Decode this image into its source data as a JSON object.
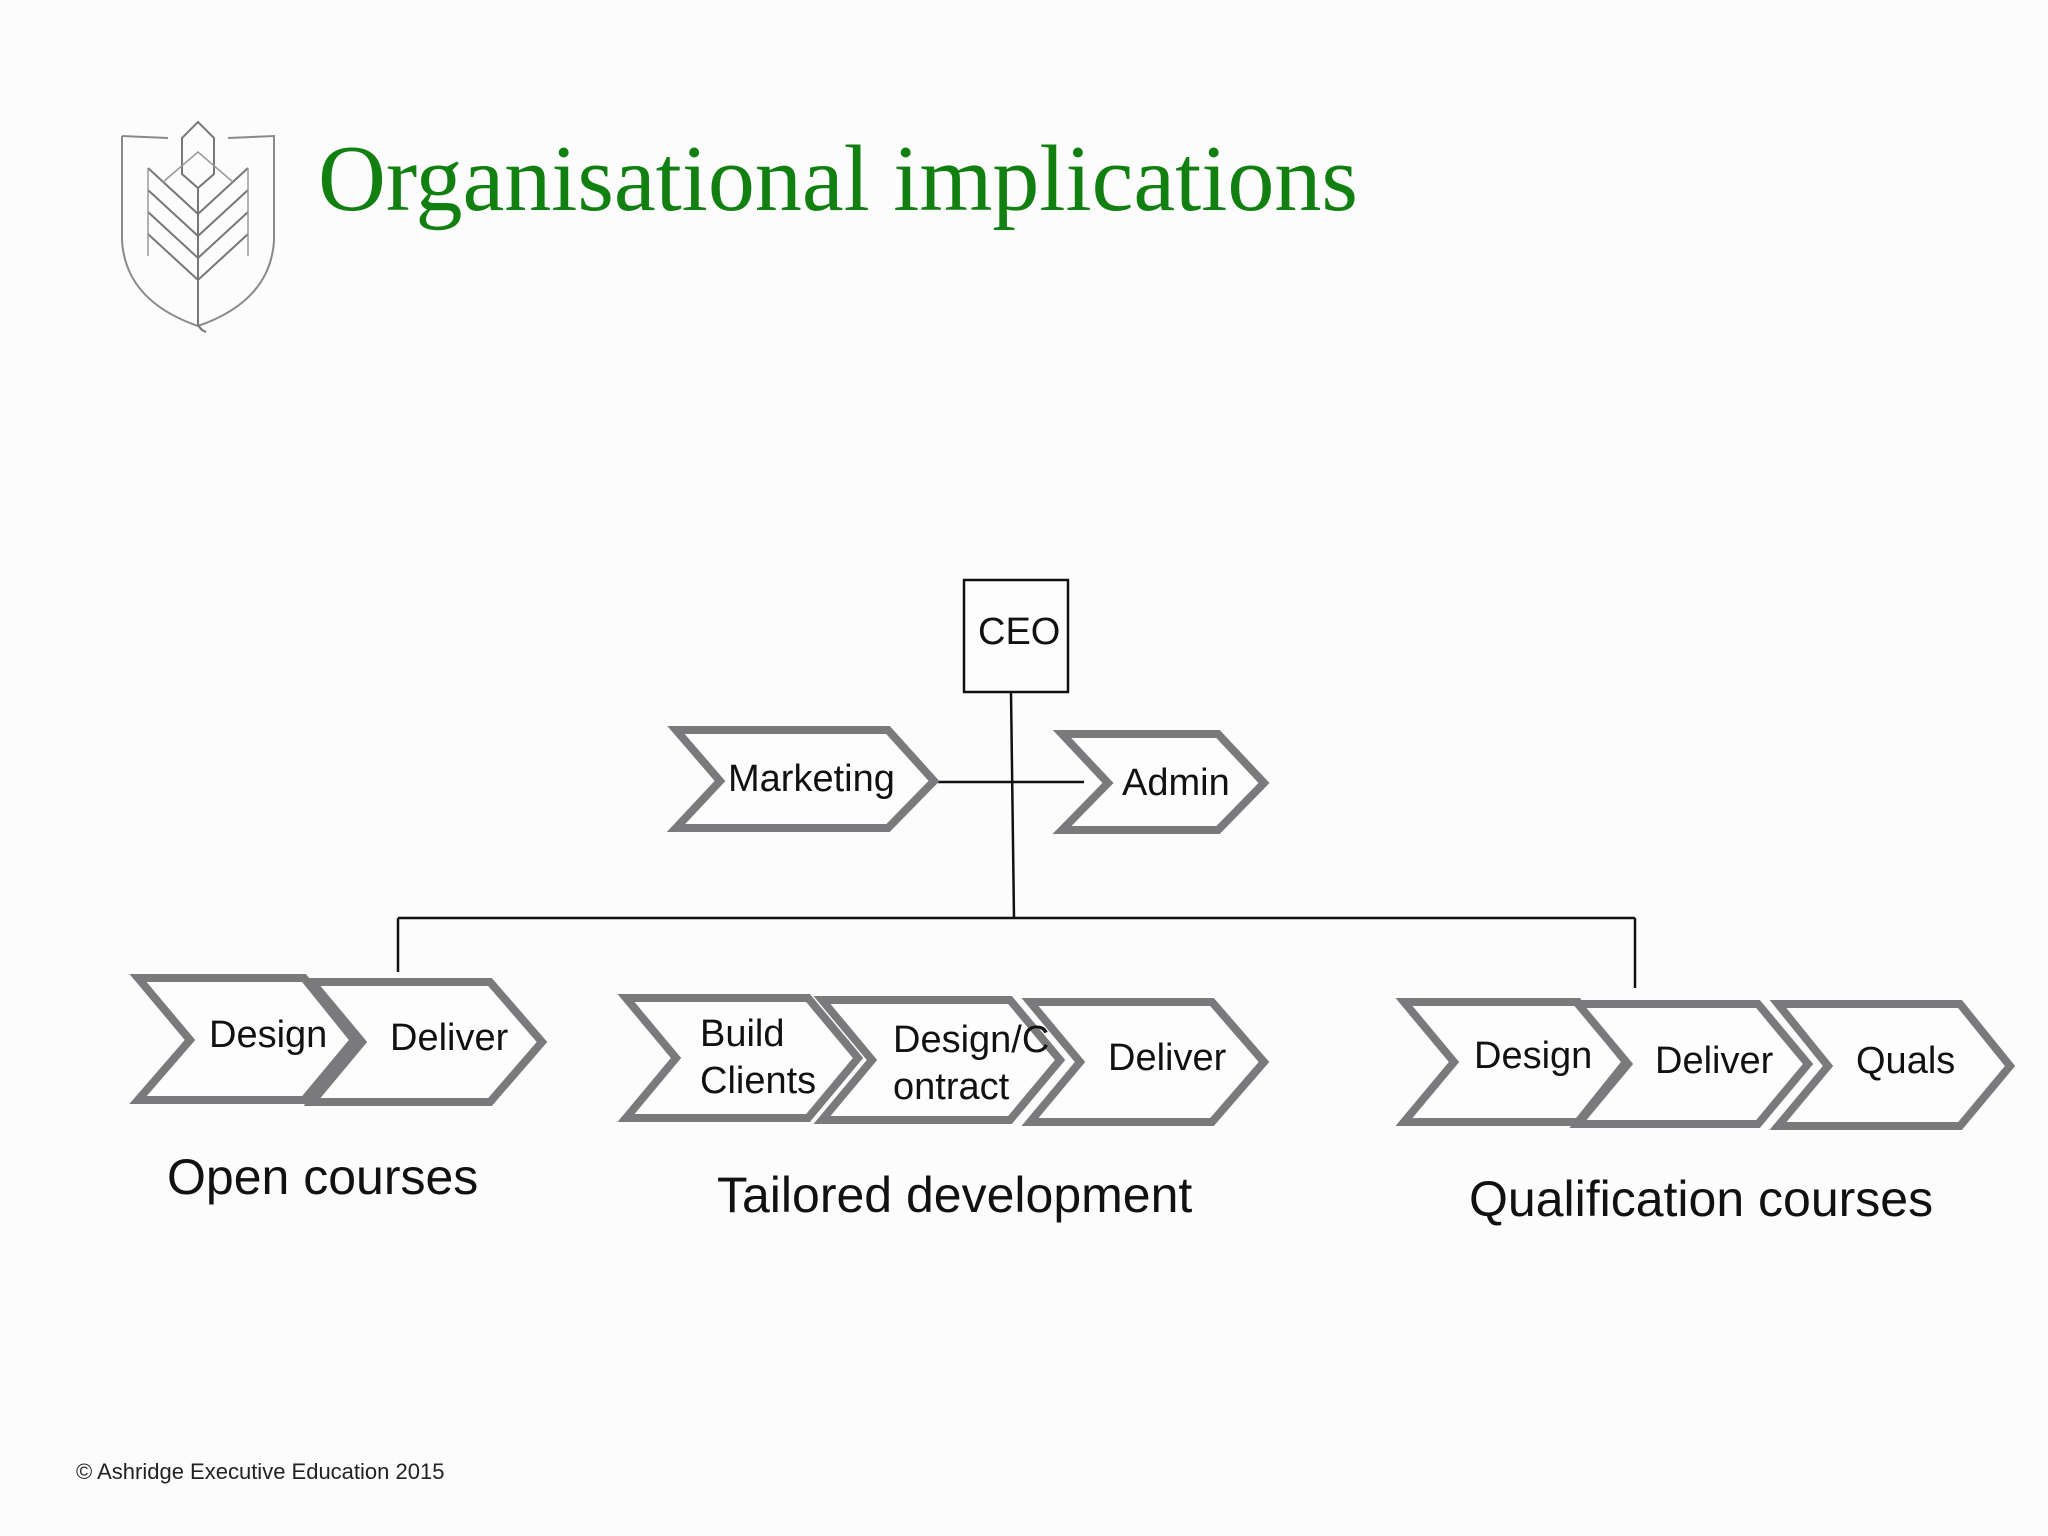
{
  "slide": {
    "title": "Organisational implications",
    "footer": "© Ashridge Executive Education 2015",
    "title_color": "#118011",
    "chevron_stroke_color": "#7a7a7c"
  },
  "org_chart": {
    "top": {
      "label": "CEO"
    },
    "support_units": [
      {
        "label": "Marketing"
      },
      {
        "label": "Admin"
      }
    ],
    "groups": [
      {
        "name": "Open courses",
        "steps": [
          {
            "lines": [
              "Design"
            ]
          },
          {
            "lines": [
              "Deliver"
            ]
          }
        ]
      },
      {
        "name": "Tailored development",
        "steps": [
          {
            "lines": [
              "Build",
              "Clients"
            ]
          },
          {
            "lines": [
              "Design/C",
              "ontract"
            ]
          },
          {
            "lines": [
              "Deliver"
            ]
          }
        ]
      },
      {
        "name": "Qualification courses",
        "steps": [
          {
            "lines": [
              "Design"
            ]
          },
          {
            "lines": [
              "Deliver"
            ]
          },
          {
            "lines": [
              "Quals"
            ]
          }
        ]
      }
    ]
  }
}
